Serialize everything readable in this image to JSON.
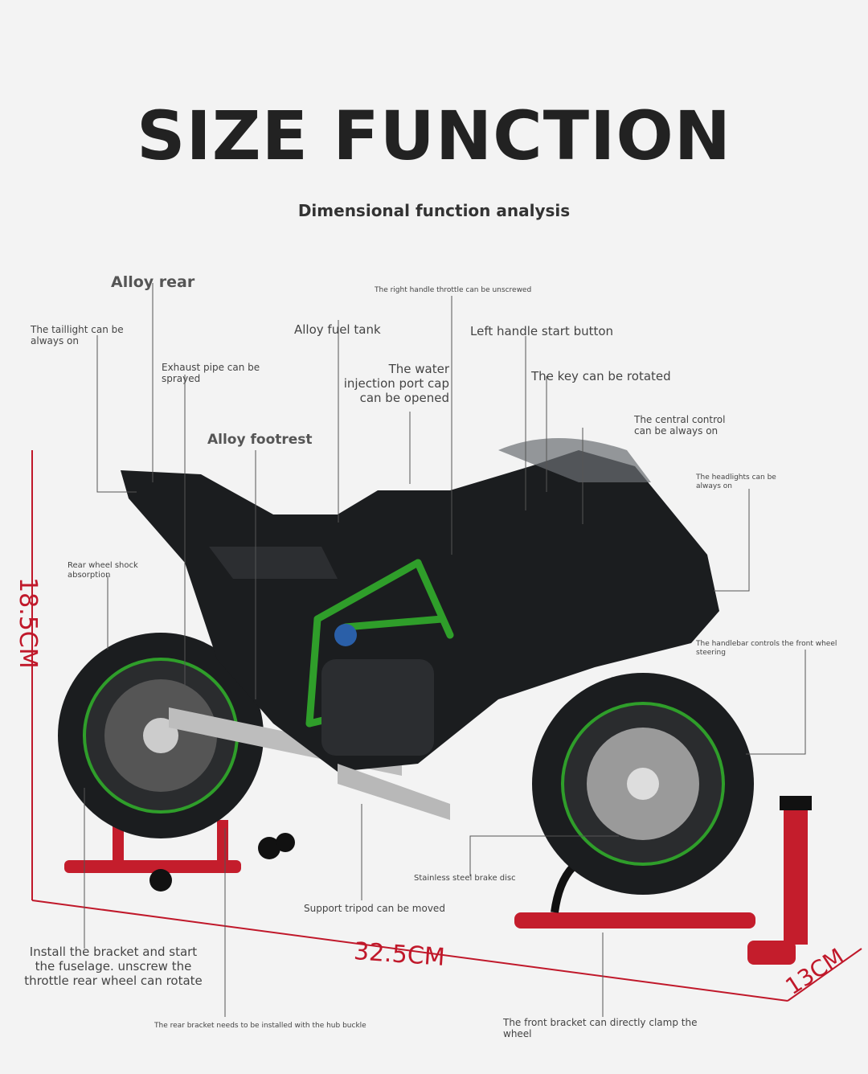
{
  "title": "SIZE FUNCTION",
  "subtitle": "Dimensional function analysis",
  "dimensions": {
    "length": "32.5CM",
    "height": "18.5CM",
    "width": "13CM"
  },
  "labels": {
    "alloy_rear": "Alloy rear",
    "right_handle_throttle": "The right handle throttle can be unscrewed",
    "taillight": "The taillight can be always on",
    "alloy_fuel_tank": "Alloy fuel tank",
    "left_handle_start": "Left handle start button",
    "exhaust_pipe": "Exhaust pipe can be sprayed",
    "water_injection": "The water injection port cap can be opened",
    "key_rotated": "The key can be rotated",
    "central_control": "The central control can be always on",
    "alloy_footrest": "Alloy footrest",
    "headlights": "The headlights can be always on",
    "rear_shock": "Rear wheel shock absorption",
    "handlebar_steering": "The handlebar controls the front wheel steering",
    "brake_disc": "Stainless steel brake disc",
    "support_tripod": "Support tripod can be moved",
    "install_bracket": "Install the bracket and start the fuselage. unscrew the throttle rear wheel can rotate",
    "rear_bracket": "The rear bracket needs to be installed with the hub buckle",
    "front_bracket": "The front bracket can directly clamp the wheel"
  },
  "colors": {
    "accent_red": "#c0182a",
    "frame_green": "#2f9e2a",
    "body_black": "#1b1d1f"
  }
}
